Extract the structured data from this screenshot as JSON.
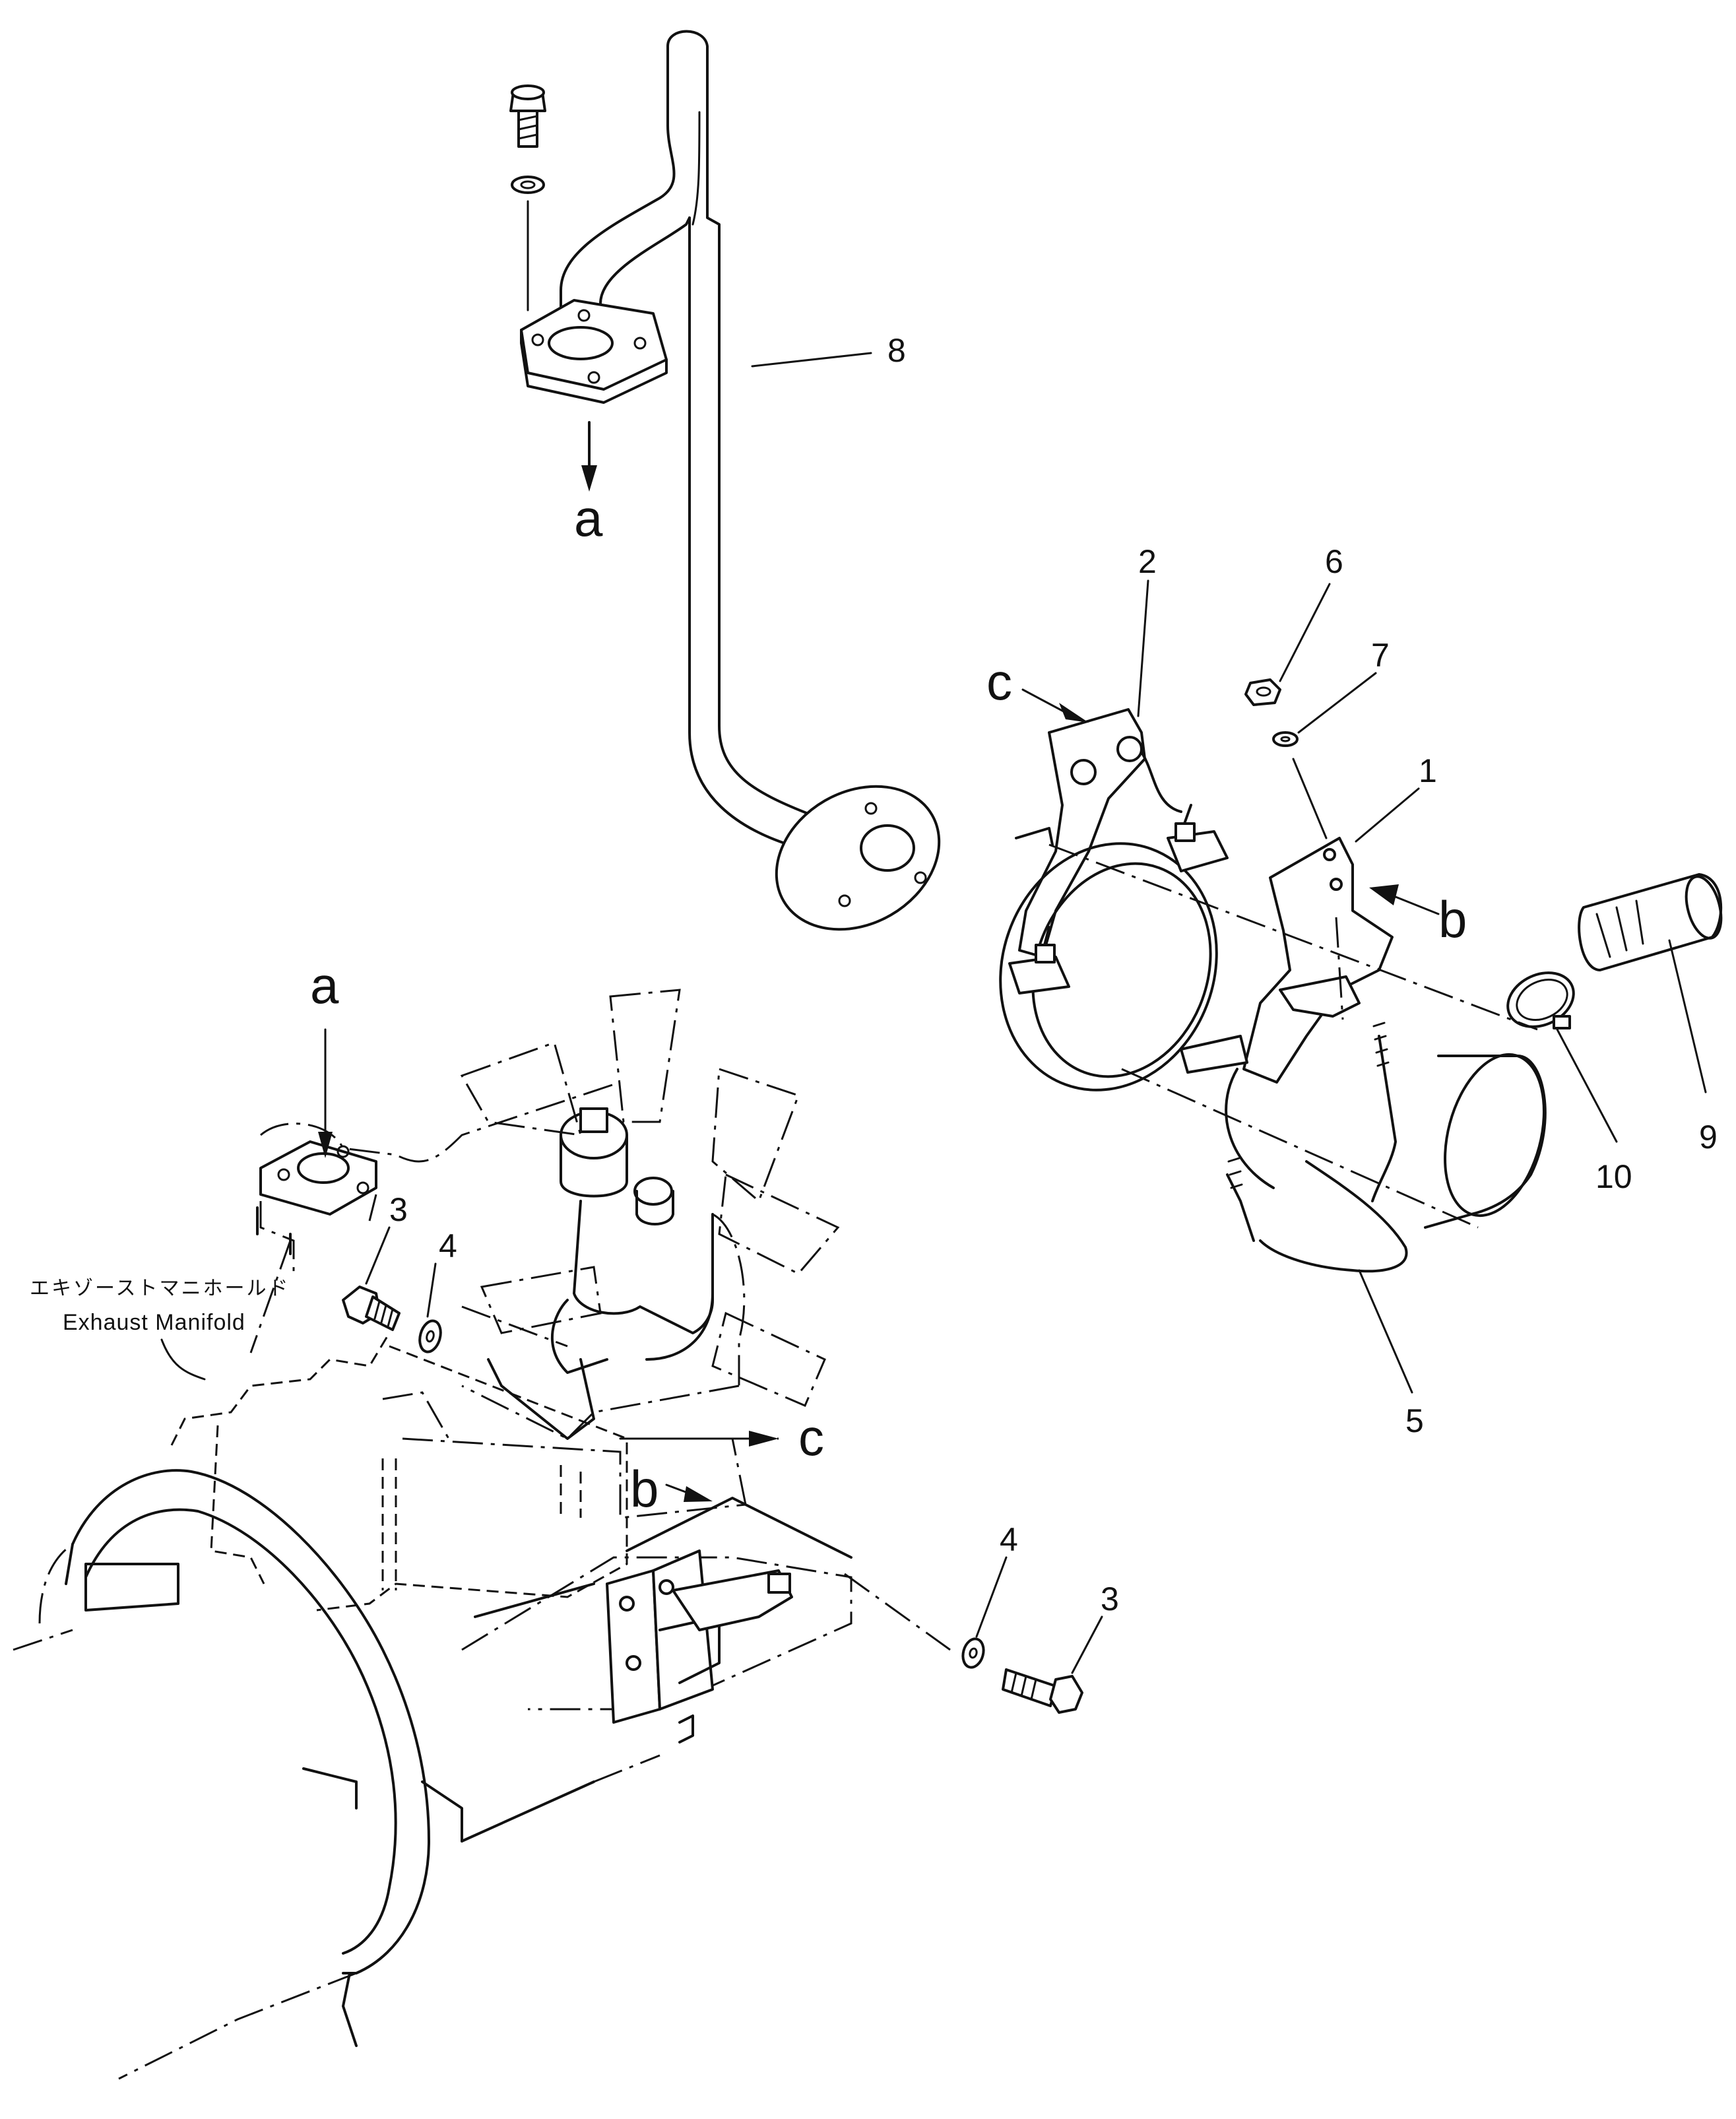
{
  "callouts": {
    "c1": "1",
    "c2": "2",
    "c3_top": "3",
    "c3_bottom": "3",
    "c4_top": "4",
    "c4_bottom": "4",
    "c5": "5",
    "c6": "6",
    "c7": "7",
    "c8": "8",
    "c9": "9",
    "c10": "10"
  },
  "refs": {
    "a_top": "a",
    "a_engine": "a",
    "b_clamp": "b",
    "b_engine": "b",
    "c_clamp": "c",
    "c_engine": "c"
  },
  "caption": {
    "japanese": "エキゾーストマニホールド",
    "english": "Exhaust Manifold"
  }
}
